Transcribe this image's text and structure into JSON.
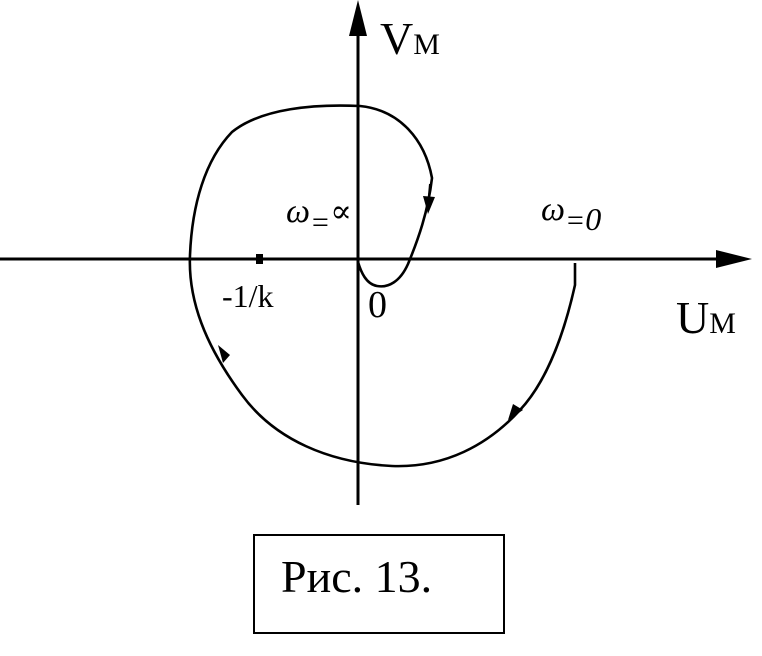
{
  "axes": {
    "vertical": {
      "main": "V",
      "sub": "M"
    },
    "horizontal": {
      "main": "U",
      "sub": "M"
    }
  },
  "labels": {
    "omega_symbol": "ω",
    "omega_inf_eq": "=",
    "omega_inf_value": "∝",
    "omega_zero_eq": "=",
    "omega_zero_value": "0",
    "point": "-1/k",
    "origin": "0"
  },
  "caption": "Рис. 13.",
  "colors": {
    "ink": "#000000",
    "background": "#ffffff"
  }
}
